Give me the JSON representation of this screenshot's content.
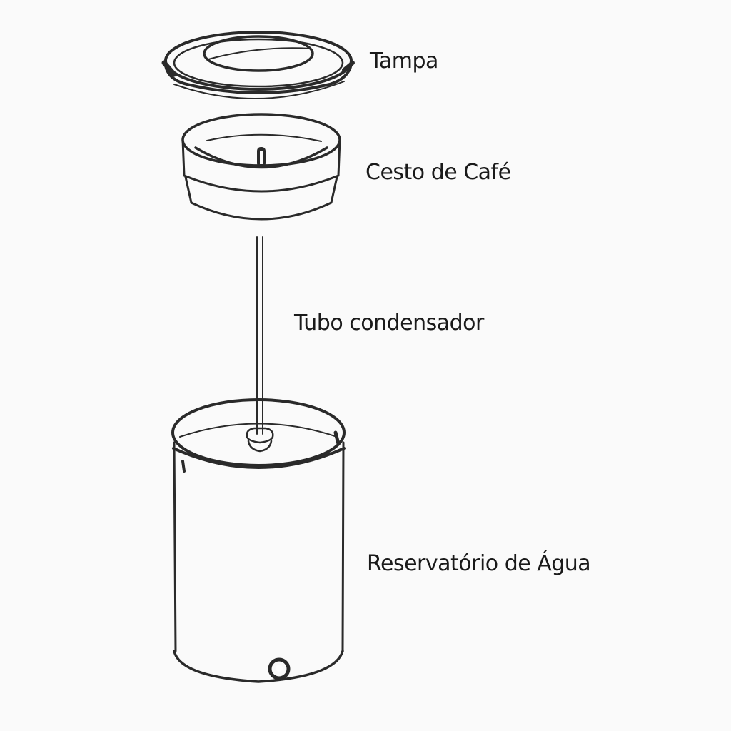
{
  "diagram": {
    "type": "exploded-view",
    "subject": "percolator coffee maker",
    "parts": [
      {
        "id": "lid",
        "label": "Tampa"
      },
      {
        "id": "basket",
        "label": "Cesto de Café"
      },
      {
        "id": "tube",
        "label": "Tubo condensador"
      },
      {
        "id": "reservoir",
        "label": "Reservatório de Água"
      }
    ]
  },
  "colors": {
    "background": "#fafafa",
    "stroke": "#2a2a2a",
    "text": "#1a1a1a"
  }
}
